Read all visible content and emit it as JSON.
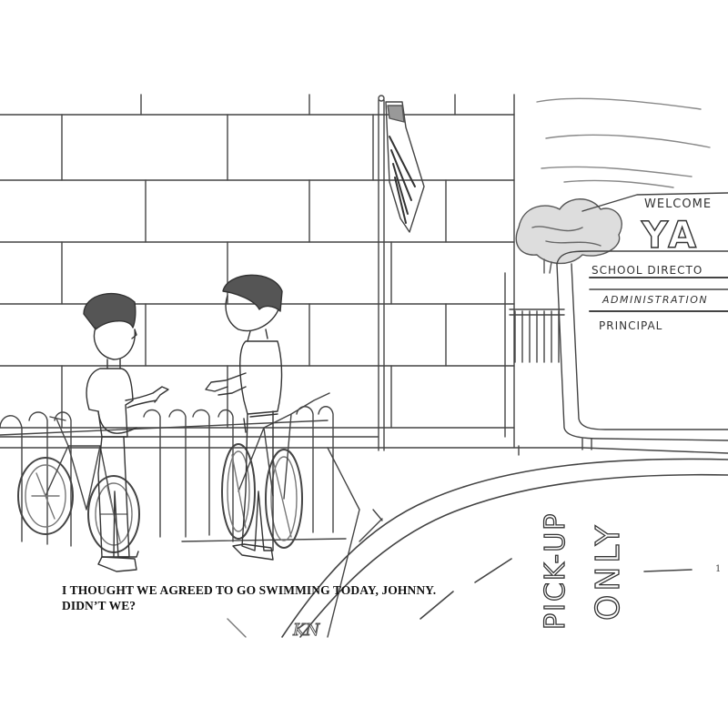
{
  "caption": {
    "line1": "I THOUGHT WE AGREED TO GO SWIMMING TODAY, JOHNNY.",
    "line2": "DIDN’T WE?"
  },
  "sign": {
    "welcome": "WELCOME",
    "school_letters": "YA",
    "row1": "SCHOOL DIRECTO",
    "row2": "ADMINISTRATION",
    "row3": "PRINCIPAL"
  },
  "pavement": {
    "word1": "PICK-UP",
    "word2": "ONLY"
  },
  "signature": "KN",
  "page_mark": "1"
}
